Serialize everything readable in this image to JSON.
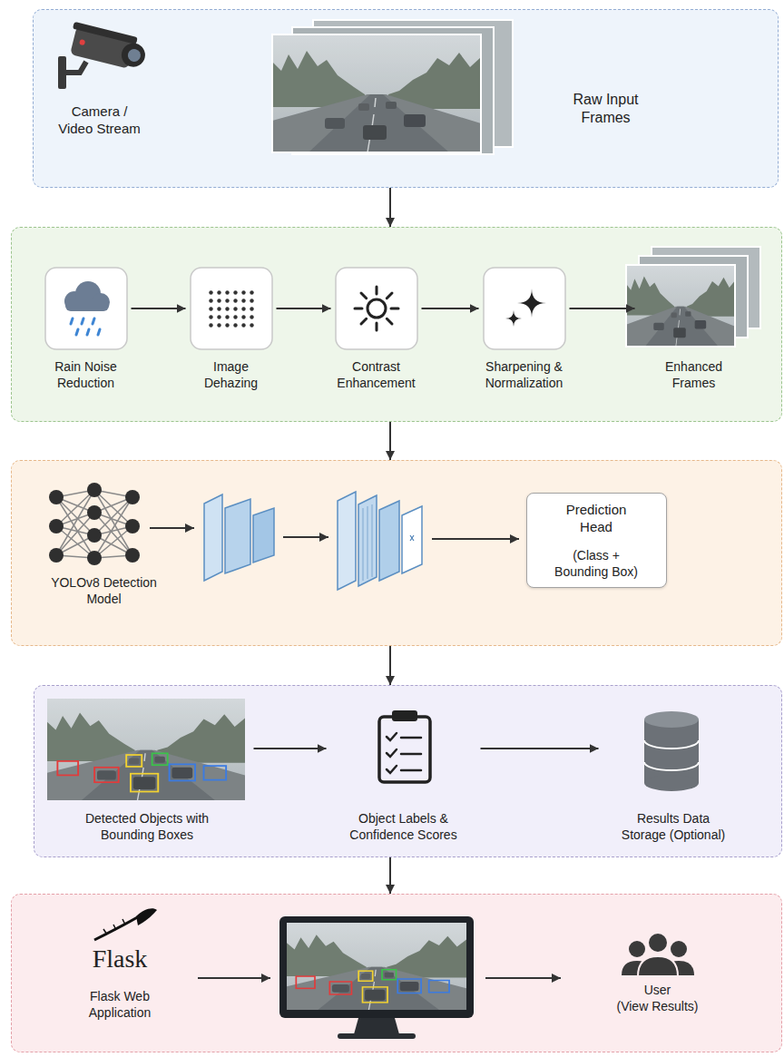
{
  "diagram": {
    "nodes": [
      {
        "text": []
      },
      {
        "text": [
          "Camera / Video Stream"
        ],
        "in": 0
      },
      {
        "text": [
          "Raw Input Frames"
        ],
        "in": 0
      },
      {
        "text": []
      },
      {
        "text": [
          "Rain Noise Reduction"
        ],
        "in": 3
      },
      {
        "text": [
          "Image Dehazing"
        ],
        "in": 3
      },
      {
        "text": [
          "Contrast Enhancement"
        ],
        "in": 3
      },
      {
        "text": [
          "Sharpening & Normalization"
        ],
        "in": 3
      },
      {
        "text": [
          "Enhanced Frames"
        ],
        "in": 3
      },
      {
        "text": []
      },
      {
        "text": [
          "YOLOv8 Detection Model"
        ],
        "in": 9
      },
      {
        "text": [
          "Prediction Head",
          "(Class + Bounding Box)"
        ],
        "in": 9
      },
      {
        "text": []
      },
      {
        "text": [
          "Detected Objects with Bounding Boxes"
        ],
        "in": 12
      },
      {
        "text": [
          "Object Labels & Confidence Scores"
        ],
        "in": 12
      },
      {
        "text": [
          "Results Data Storage (Optional)"
        ],
        "in": 12
      },
      {
        "text": []
      },
      {
        "text": [
          "Flask",
          "Flask Web Application"
        ],
        "in": 16
      },
      {
        "text": [
          "User",
          "(View Results)"
        ],
        "in": 16
      }
    ],
    "edges": [
      {
        "from": 0,
        "to": 3,
        "arrow": "to"
      },
      {
        "from": 3,
        "to": 9,
        "arrow": "to"
      },
      {
        "from": 9,
        "to": 12,
        "arrow": "to"
      },
      {
        "from": 12,
        "to": 16,
        "arrow": "to"
      },
      {
        "from": 4,
        "to": 5,
        "arrow": "to"
      },
      {
        "from": 5,
        "to": 6,
        "arrow": "to"
      },
      {
        "from": 6,
        "to": 7,
        "arrow": "to"
      },
      {
        "from": 7,
        "to": 8,
        "arrow": "to"
      },
      {
        "from": 13,
        "to": 14,
        "arrow": "to"
      },
      {
        "from": 14,
        "to": 15,
        "arrow": "to"
      }
    ]
  }
}
